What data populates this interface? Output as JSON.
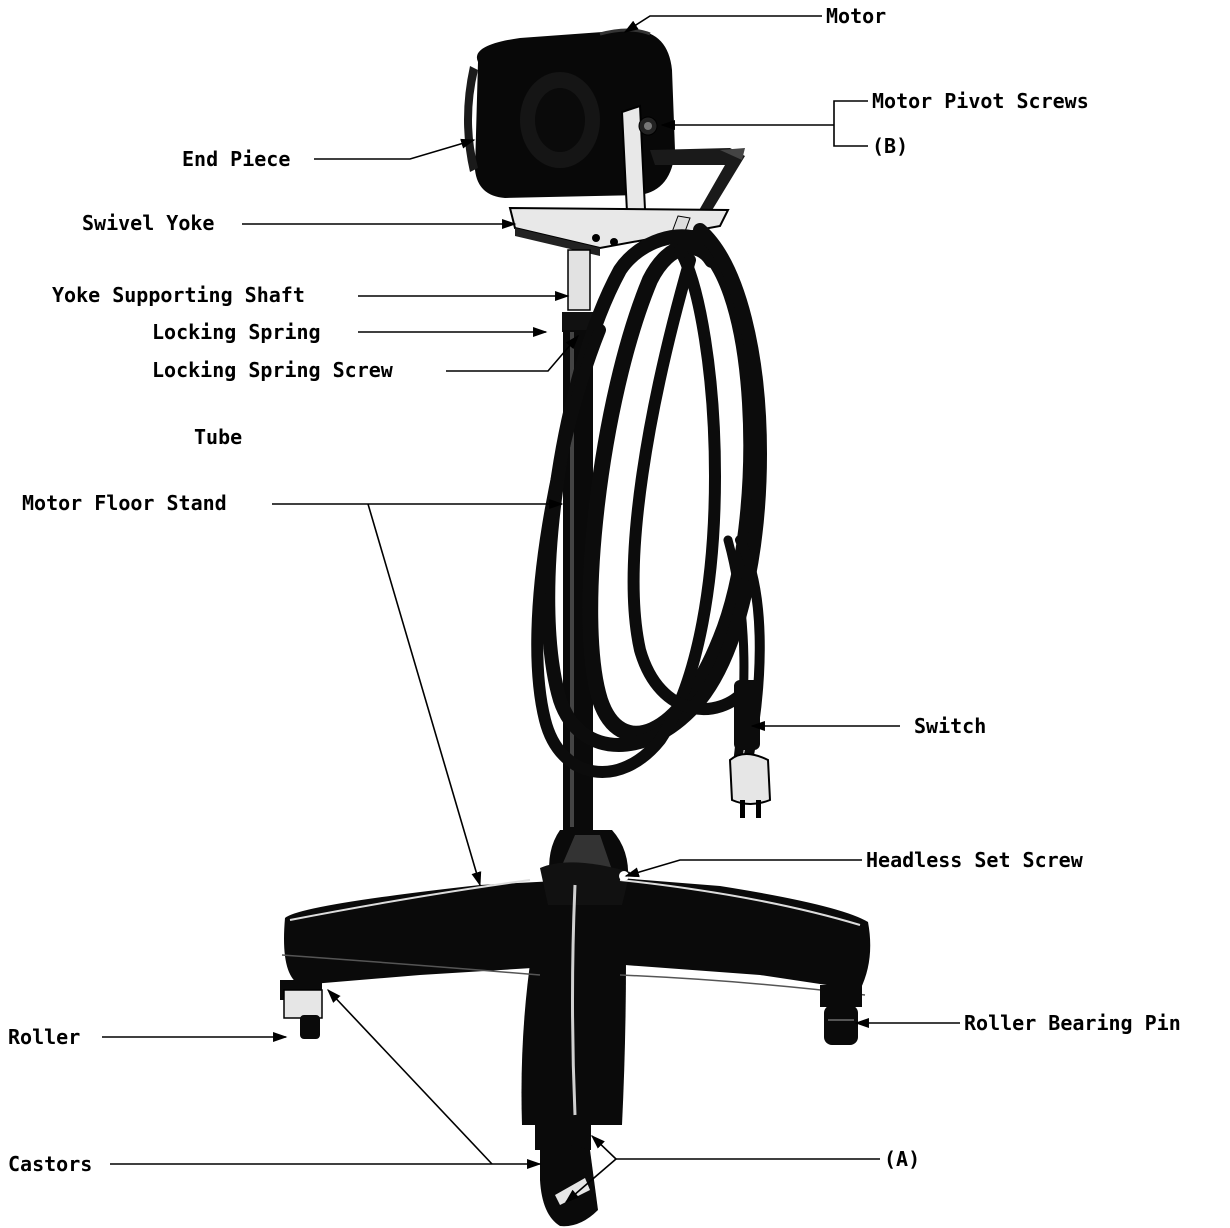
{
  "labels": {
    "motor": "Motor",
    "motor_pivot_screws": "Motor Pivot Screws",
    "b": "(B)",
    "end_piece": "End Piece",
    "swivel_yoke": "Swivel Yoke",
    "yoke_supporting_shaft": "Yoke Supporting Shaft",
    "locking_spring": "Locking Spring",
    "locking_spring_screw": "Locking Spring Screw",
    "tube": "Tube",
    "motor_floor_stand": "Motor Floor Stand",
    "switch": "Switch",
    "headless_set_screw": "Headless Set Screw",
    "roller": "Roller",
    "roller_bearing_pin": "Roller Bearing Pin",
    "castors": "Castors",
    "a": "(A)"
  },
  "colors": {
    "ink": "#000000",
    "metal_dark": "#0b0b0b",
    "highlight": "#e8e8e8"
  }
}
